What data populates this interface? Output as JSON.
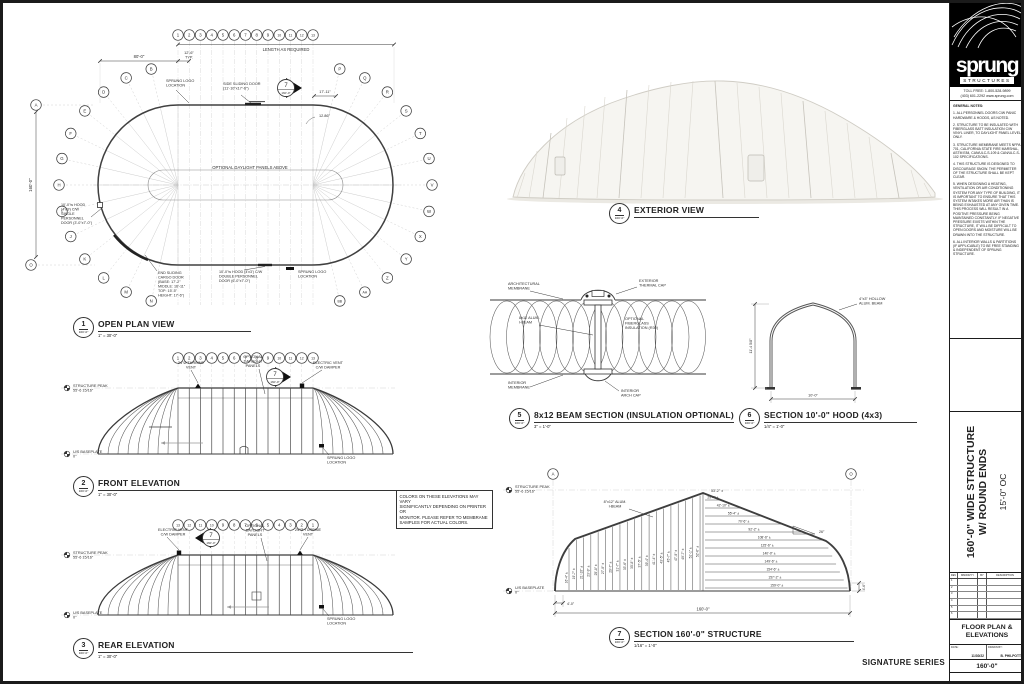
{
  "sheet": {
    "series": "SIGNATURE SERIES"
  },
  "colors_note": "COLORS ON THESE ELEVATIONS MAY VARY\nSIGNIFICANTLY DEPENDING ON PRINTER OR\nMONITOR. PLEASE REFER TO MEMBRANE\nSAMPLES FOR ACTUAL COLORS.",
  "palette": {
    "line": "#3a3a3a",
    "light_line": "#c4c4c4",
    "paper": "#ffffff",
    "logo_bg": "#000000",
    "render_fill": "#f6f5f1",
    "render_line": "#cfccc4"
  },
  "sidebar": {
    "brand": "sprung",
    "brand_sub": "STRUCTURES",
    "contact_lines": [
      "TOLL FREE: 1-800-528-9899",
      "(403) 601-2292 www.sprung.com"
    ],
    "notes_title": "GENERAL NOTES:",
    "notes": [
      "1. ALL PERSONNEL DOORS C/W PANIC HARDWARE & HOODS, AS NOTED.",
      "2. STRUCTURE TO BE INSULATED WITH FIBERGLASS BATT INSULATION C/W VINYL LINER, TO DAYLIGHT PANEL LEVEL ONLY.",
      "3. STRUCTURE MEMBRANE MEETS NFPA 701, CALIFORNIA STATE FIRE MARSHAL, ASTM E84, CAN/ULC-S-109 & CAN/ULC-S-102 SPECIFICATIONS.",
      "4. THIS STRUCTURE IS DESIGNED TO DISCOURAGE SNOW. THE PERIMETER OF THE STRUCTURE SHALL BE KEPT CLEAR.",
      "5. WHEN DESIGNING A HEATING, VENTILATION OR AIR CONDITIONING SYSTEM FOR ANY TYPE OF BUILDING, IT IS IMPORTANT TO ENSURE THAT THIS SYSTEM INTAKES MORE AIR THAN IS BEING EXHAUSTED AT ANY GIVEN TIME. THIS PROCESS WILL RESULT IN A POSITIVE PRESSURE BEING MAINTAINED CONSTANTLY. IF NEGATIVE PRESSURE EXISTS WITHIN THE STRUCTURE, IT WILL BE DIFFICULT TO OPEN DOORS AND MOISTURE WILL BE DRAWN INTO THE STRUCTURE.",
      "6. ALL INTERIOR WALLS & PARTITIONS (IF APPLICABLE) TO BE FREE STANDING & INDEPENDENT OF SPRUNG STRUCTURE."
    ],
    "project_title_lines": [
      "160'-0\" WIDE STRUCTURE",
      "W/ ROUND ENDS"
    ],
    "project_spacing": "15'-0\" OC",
    "rev_headers": [
      "REV",
      "MM/DD/YY",
      "BY",
      "DESCRIPTION"
    ],
    "rev_row_numbers": [
      "1",
      "2",
      "3",
      "4",
      "5",
      "6"
    ],
    "sheet_title": "FLOOR PLAN & ELEVATIONS",
    "date_label": "DATE:",
    "date_value": "11/30/22",
    "drawn_by_label": "DRAWN BY:",
    "drawn_by_value": "B. PHILPOTT",
    "sheet_no": "160'-0\""
  },
  "views": {
    "plan": {
      "num": "1",
      "ref": "160'-0\"",
      "title": "OPEN PLAN VIEW",
      "scale": "1\" = 30'-0\"",
      "grid_columns": [
        "1",
        "2",
        "3",
        "4",
        "5",
        "6",
        "7",
        "8",
        "9",
        "10",
        "11",
        "12",
        "13"
      ],
      "left_letters": [
        "A",
        "B",
        "C",
        "D",
        "E",
        "F",
        "G",
        "H",
        "I",
        "J",
        "K",
        "L",
        "M",
        "N",
        "O"
      ],
      "right_letters": [
        "P",
        "Q",
        "R",
        "S",
        "T",
        "U",
        "V",
        "W",
        "X",
        "Y",
        "Z",
        "AA",
        "BB"
      ],
      "labels": {
        "length": "LENGTH AS REQUIRED",
        "dim_end": "80'-0\"",
        "dim_panel": "12'-6\"\nTYP.",
        "dim_len": "160'-0\"",
        "dim_17_11": "17'-11\"",
        "angle": "12.86°",
        "logo_top": "SPRUNG LOGO\nLOCATION",
        "logo_bottom": "SPRUNG LOGO\nLOCATION",
        "side_door": "SIDE SLIDING DOOR\n(11'-10\"x17'-6\")",
        "daylight": "OPTIONAL DAYLIGHT PANELS ABOVE",
        "single_door": "10'-0\"w HOOD\n(4'x3') C/W\nSINGLE\nPERSONNEL\nDOOR (3'-0\"x7'-0\")",
        "cargo_door": "END SLIDING\nCARGO DOOR\n(BASE: 17'-2\"\nMIDDLE: 16'-11\"\nTOP: 15'-5\"\nHEIGHT: 17'-6\")",
        "double_door": "10'-0\"w HOOD (4'x3') C/W\nDOUBLE PERSONNEL\nDOOR (6'-0\"x7'-0\")",
        "marker_num": "7",
        "marker_ref": "160'-0\""
      }
    },
    "front": {
      "num": "2",
      "ref": "160'-0\"",
      "title": "FRONT ELEVATION",
      "scale": "1\" = 30'-0\"",
      "labels": {
        "turbine": "24\"Ø TURBINE\nVENT",
        "daylight": "OPTIONAL\nDAYLIGHT\nPANELS",
        "electric": "ELECTRIC VENT\nC/W DAMPER",
        "logo": "SPRUNG LOGO\nLOCATION",
        "peak": "STRUCTURE PEAK\n55'-6 15/16\"",
        "base": "U/S BASEPLATE\n0\"",
        "marker_num": "7",
        "marker_ref": "160'-0\""
      }
    },
    "rear": {
      "num": "3",
      "ref": "160'-0\"",
      "title": "REAR ELEVATION",
      "scale": "1\" = 30'-0\"",
      "labels": {
        "turbine": "24\"Ø TURBINE\nVENT",
        "daylight": "OPTIONAL\nDAYLIGHT\nPANELS",
        "electric": "ELECTRIC VENT\nC/W DAMPER",
        "logo": "SPRUNG LOGO\nLOCATION",
        "peak": "STRUCTURE PEAK\n55'-6 15/16\"",
        "base": "U/S BASEPLATE\n0\"",
        "marker_num": "7",
        "marker_ref": "160'-0\""
      }
    },
    "exterior": {
      "num": "4",
      "ref": "160'-0\"",
      "title": "EXTERIOR VIEW"
    },
    "beam": {
      "num": "5",
      "ref": "160'-0\"",
      "title": "8x12 BEAM SECTION (INSULATION OPTIONAL)",
      "scale": "3\" = 1'-0\"",
      "labels": {
        "arch_membrane": "ARCHITECTURAL\nMEMBRANE",
        "thermal_cap": "EXTERIOR\nTHERMAL CAP",
        "ibeam": "8x12 ALUM.\nI-BEAM",
        "insulation": "OPTIONAL\nFIBERGLASS\nINSULATION (R30)",
        "int_membrane": "INTERIOR\nMEMBRANE",
        "arch_cap": "INTERIOR\nARCH CAP"
      }
    },
    "hood": {
      "num": "6",
      "ref": "160'-0\"",
      "title": "SECTION 10'-0\" HOOD (4x3)",
      "scale": "1/4\" = 1'-0\"",
      "labels": {
        "beam": "4\"x3\" HOLLOW\nALUM. BEAM",
        "height": "11'-4 5/8\"",
        "width": "10'-0\""
      }
    },
    "section": {
      "num": "7",
      "ref": "160'-0\"",
      "title": "SECTION 160'-0\" STRUCTURE",
      "scale": "1/16\" = 1'-0\"",
      "labels": {
        "peak": "STRUCTURE PEAK\n55'-6 15/16\"",
        "base": "U/S BASEPLATE\n0\"",
        "ibeam": "8\"x12\" ALUM.\nI-BEAM",
        "peak_dim": "53'-2\" ±",
        "slope": "26°",
        "dim_4_0": "4'-0\"",
        "dim_160": "160'-0\"",
        "dim_4_6": "4'-6\"",
        "bubble_left": "A",
        "bubble_right": "O"
      },
      "left_dims": [
        "16'-4\" ±",
        "19'-7\" ±",
        "21'-10\" ±",
        "23'-9\" ±",
        "25'-8\" ±",
        "27'-9\" ±",
        "29'-7\" ±",
        "31'-7\" ±",
        "33'-6\" ±",
        "35'-8\" ±",
        "37'-5\" ±",
        "39'-4\" ±",
        "41'-4\" ±",
        "43'-5\" ±",
        "45'-7\" ±",
        "47'-9\" ±",
        "49'-7\" ±",
        "51'-1\" ±",
        "52'-6\" ±"
      ],
      "right_dims": [
        "29'-4\" ±",
        "42'-10\" ±",
        "55'-4\" ±",
        "70'-6\" ±",
        "92'-2\" ±",
        "108'-6\" ±",
        "125'-6\" ±",
        "140'-0\" ±",
        "149'-6\" ±",
        "154'-6\" ±",
        "157'-2\" ±",
        "159'-0\" ±"
      ]
    }
  }
}
